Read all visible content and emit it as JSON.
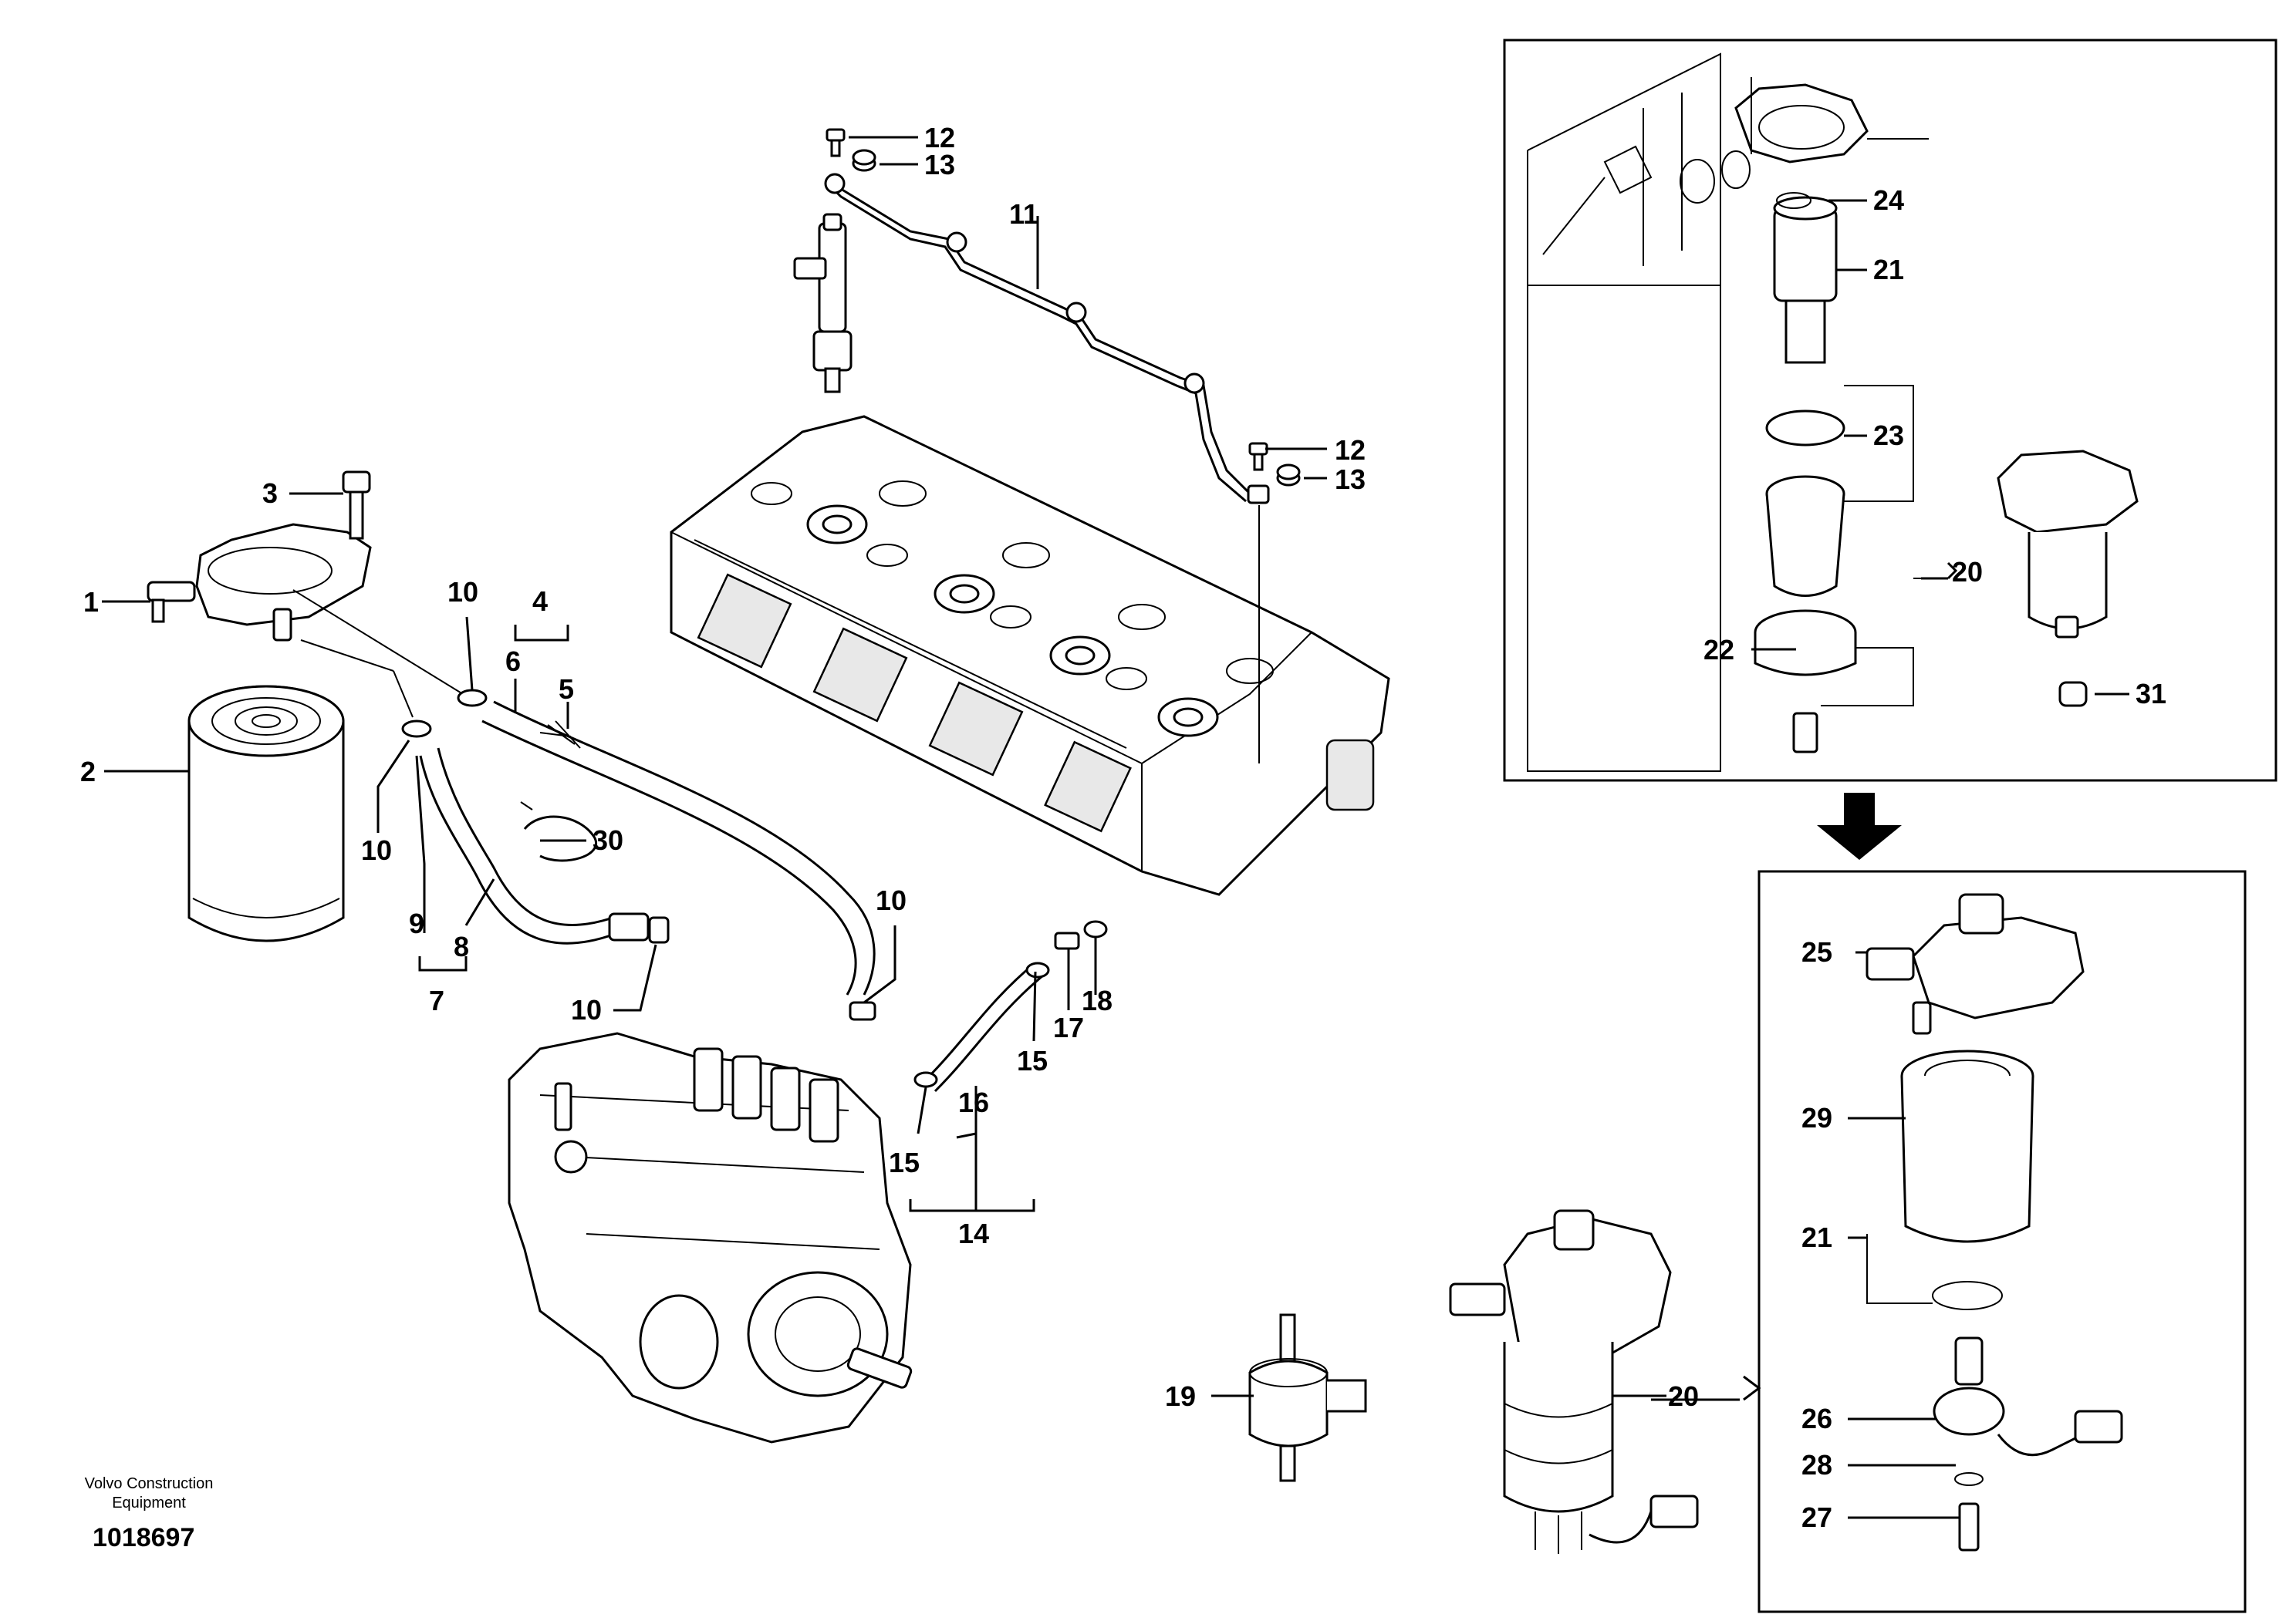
{
  "footer": {
    "company_line1": "Volvo Construction",
    "company_line2": "Equipment",
    "drawing_number": "1018697"
  },
  "callouts": {
    "c1": "1",
    "c2": "2",
    "c3": "3",
    "c4": "4",
    "c5": "5",
    "c6": "6",
    "c7": "7",
    "c8": "8",
    "c9": "9",
    "c10a": "10",
    "c10b": "10",
    "c10c": "10",
    "c10d": "10",
    "c11": "11",
    "c12a": "12",
    "c12b": "12",
    "c13a": "13",
    "c13b": "13",
    "c14": "14",
    "c15a": "15",
    "c15b": "15",
    "c16": "16",
    "c17": "17",
    "c18": "18",
    "c19": "19",
    "c20a": "20",
    "c20b": "20",
    "c21a": "21",
    "c21b": "21",
    "c22": "22",
    "c23": "23",
    "c24": "24",
    "c25": "25",
    "c26": "26",
    "c27": "27",
    "c28": "28",
    "c29": "29",
    "c30": "30",
    "c31": "31"
  }
}
